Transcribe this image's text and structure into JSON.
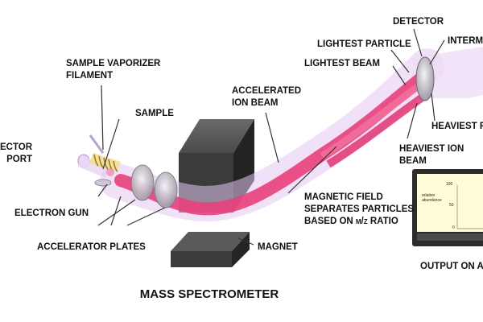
{
  "title": "MASS SPECTROMETER",
  "labels": {
    "detector": "DETECTOR",
    "intermediate": "INTERMI",
    "lightest_particle": "LIGHTEST PARTICLE",
    "lightest_beam": "LIGHTEST BEAM",
    "sample_vaporizer": "SAMPLE VAPORIZER\nFILAMENT",
    "sample": "SAMPLE",
    "accelerated_ion_beam": "ACCELERATED\nION BEAM",
    "injector_port": "ECTOR\nPORT",
    "electron_gun": "ELECTRON GUN",
    "accelerator_plates": "ACCELERATOR PLATES",
    "magnet": "MAGNET",
    "magnetic_field": "MAGNETIC FIELD\nSEPARATES PARTICLES\nBASED ON m/z RATIO",
    "heaviest_particle": "HEAVIEST P",
    "heaviest_ion_beam": "HEAVIEST ION\nBEAM",
    "output": "OUTPUT ON A"
  },
  "monitor": {
    "y_axis_label": "relative\nabundance",
    "y_ticks": [
      "100",
      "50",
      "0"
    ]
  },
  "colors": {
    "beam": "#e8407a",
    "tube": "#e6c8f2",
    "magnet": "#3b3b3b",
    "monitor_screen": "#fffdd8",
    "filament": "#d4b43a"
  }
}
